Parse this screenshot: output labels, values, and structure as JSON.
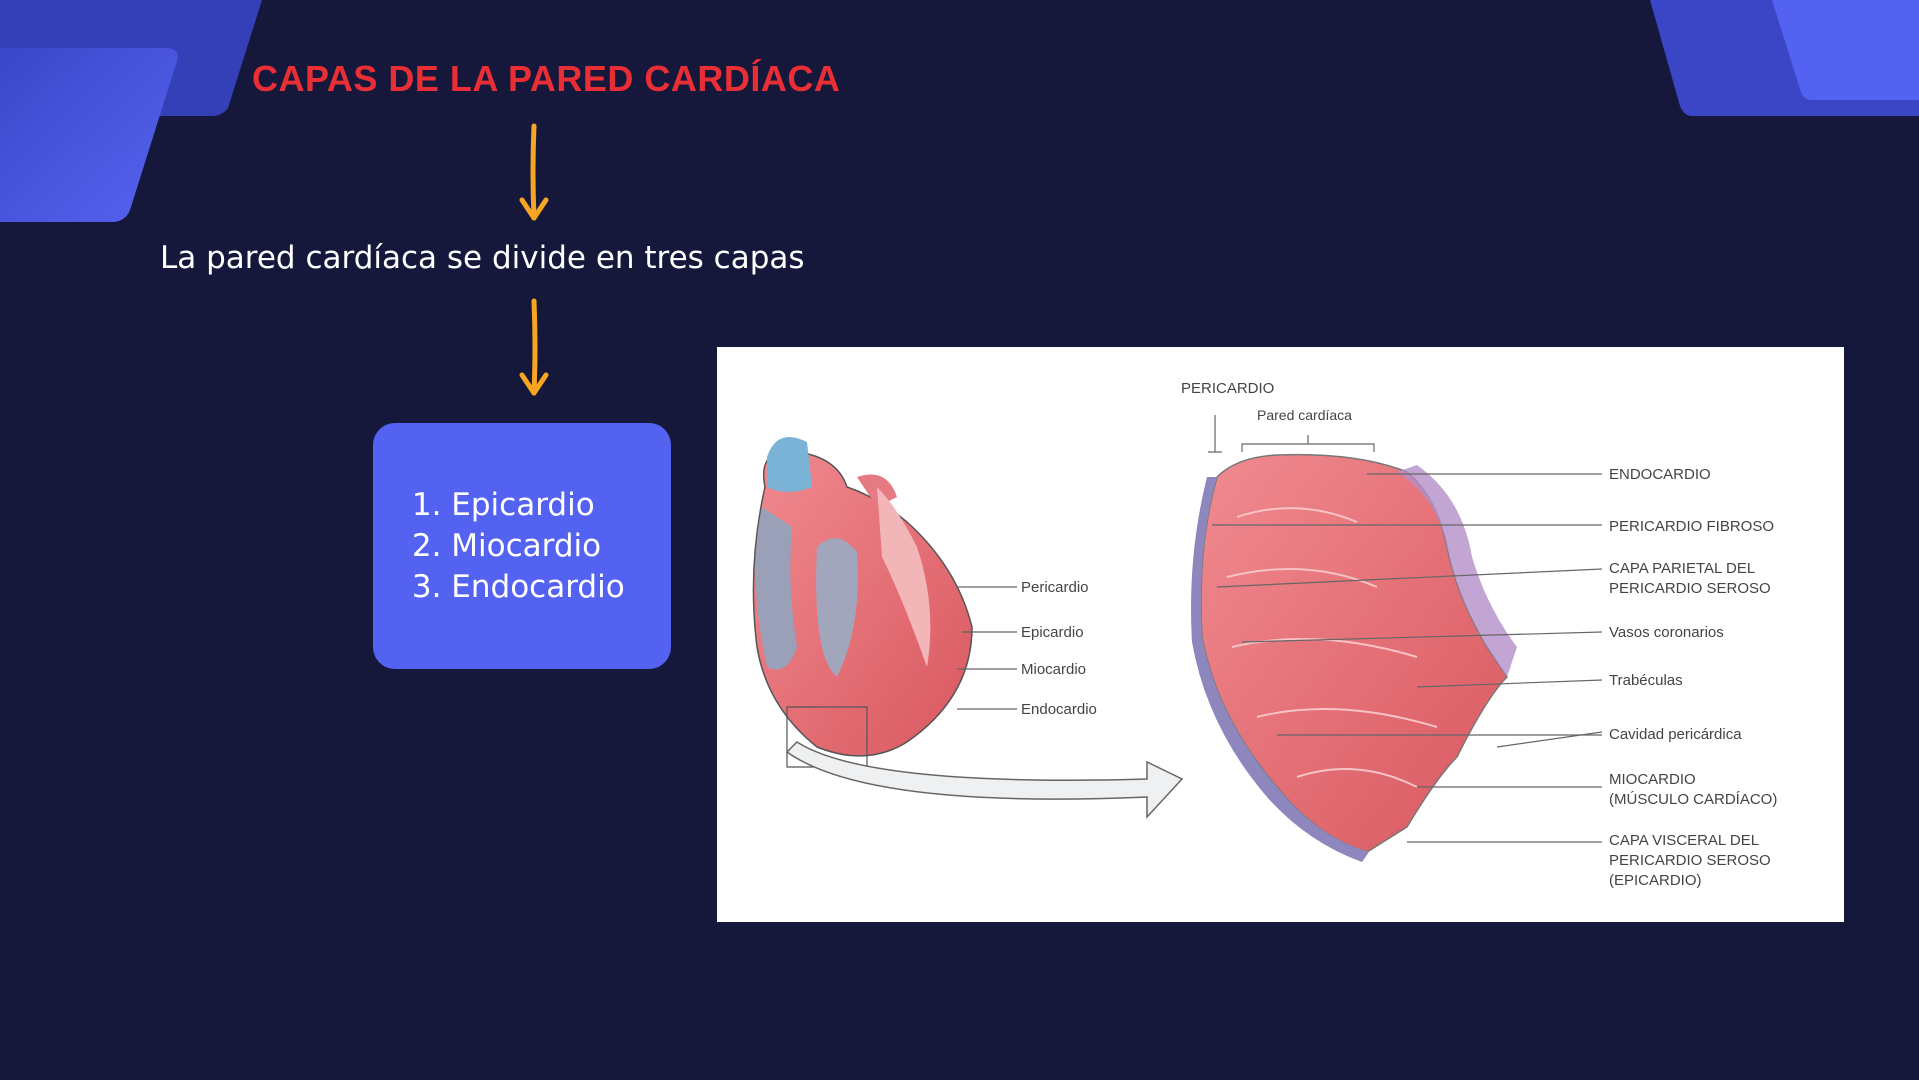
{
  "slide": {
    "title": "CAPAS DE LA PARED CARDÍACA",
    "subtitle": "La pared cardíaca se divide en tres capas",
    "layers": [
      "Epicardio",
      "Miocardio",
      "Endocardio"
    ]
  },
  "colors": {
    "background": "#15183a",
    "accent_blue": "#5462f2",
    "title_red": "#ea2e35",
    "arrow_orange": "#f6a623"
  },
  "figure": {
    "left_labels": {
      "pericardio": "Pericardio",
      "epicardio": "Epicardio",
      "miocardio": "Miocardio",
      "endocardio": "Endocardio"
    },
    "top_labels": {
      "pericardio": "PERICARDIO",
      "pared": "Pared cardíaca"
    },
    "right_labels": {
      "endocardio": "ENDOCARDIO",
      "pericardio_fibroso": "PERICARDIO FIBROSO",
      "capa_parietal_1": "CAPA PARIETAL DEL",
      "capa_parietal_2": "PERICARDIO SEROSO",
      "vasos": "Vasos coronarios",
      "trabeculas": "Trabéculas",
      "cavidad": "Cavidad pericárdica",
      "miocardio_1": "MIOCARDIO",
      "miocardio_2": "(MÚSCULO CARDÍACO)",
      "visceral_1": "CAPA VISCERAL DEL",
      "visceral_2": "PERICARDIO SEROSO",
      "visceral_3": "(EPICARDIO)"
    }
  }
}
